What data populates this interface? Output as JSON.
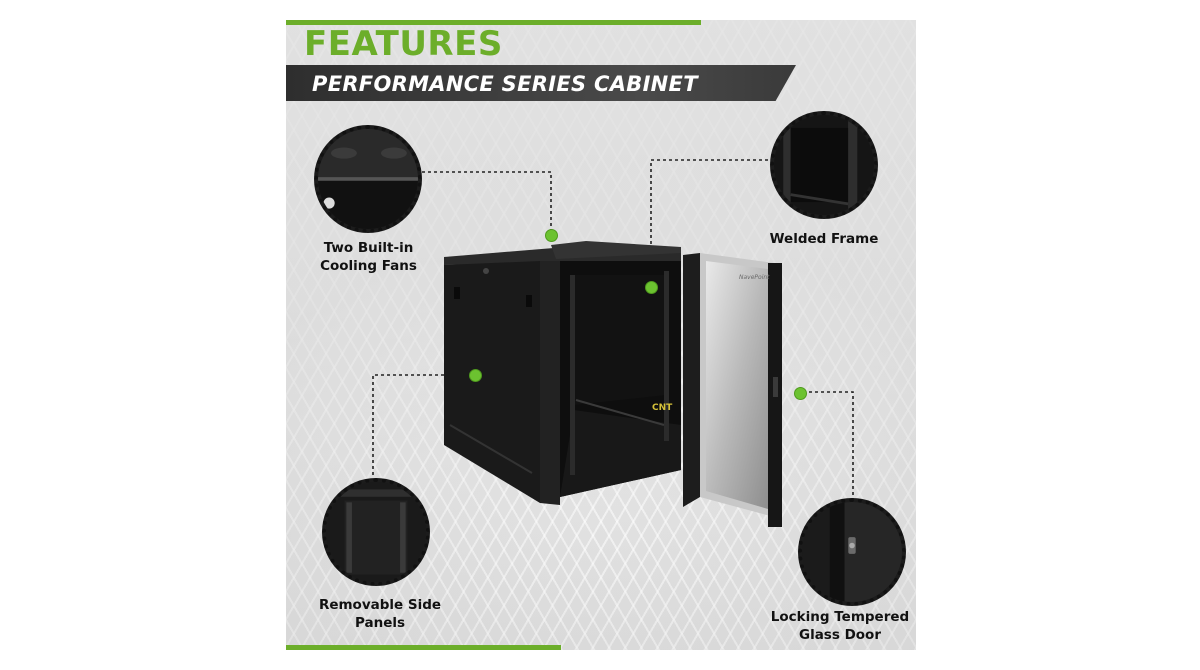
{
  "header": {
    "title": "FEATURES",
    "subtitle": "PERFORMANCE SERIES CABINET"
  },
  "features": [
    {
      "label_line1": "Two Built-in",
      "label_line2": "Cooling Fans",
      "icon": "cooling-fan-closeup"
    },
    {
      "label_line1": "Welded Frame",
      "label_line2": "",
      "icon": "welded-frame-closeup"
    },
    {
      "label_line1": "Removable Side",
      "label_line2": "Panels",
      "icon": "side-panel-closeup"
    },
    {
      "label_line1": "Locking Tempered",
      "label_line2": "Glass Door",
      "icon": "door-lock-closeup"
    }
  ],
  "product": {
    "brand_mark": "NavePoint",
    "door_tag": "CNT"
  },
  "colors": {
    "accent": "#6cae2a",
    "dot": "#6cc230",
    "band": "#3a3a3a",
    "cabinet": "#151515"
  }
}
